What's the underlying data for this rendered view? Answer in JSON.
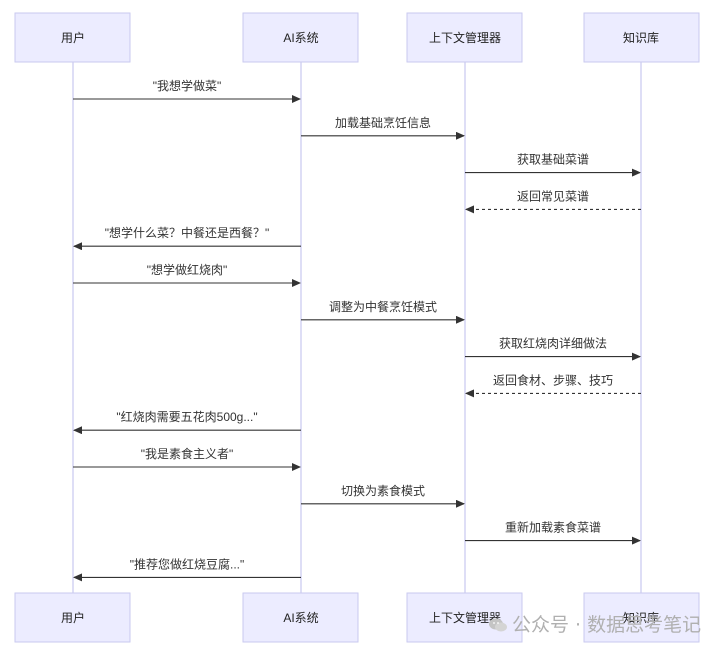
{
  "participants": [
    {
      "id": "user",
      "label": "用户"
    },
    {
      "id": "ai",
      "label": "AI系统"
    },
    {
      "id": "ctx",
      "label": "上下文管理器"
    },
    {
      "id": "kb",
      "label": "知识库"
    }
  ],
  "messages": [
    {
      "from": "user",
      "to": "ai",
      "text": "\"我想学做菜\"",
      "style": "solid"
    },
    {
      "from": "ai",
      "to": "ctx",
      "text": "加载基础烹饪信息",
      "style": "solid"
    },
    {
      "from": "ctx",
      "to": "kb",
      "text": "获取基础菜谱",
      "style": "solid"
    },
    {
      "from": "kb",
      "to": "ctx",
      "text": "返回常见菜谱",
      "style": "dashed"
    },
    {
      "from": "ai",
      "to": "user",
      "text": "\"想学什么菜？中餐还是西餐？\"",
      "style": "solid"
    },
    {
      "from": "user",
      "to": "ai",
      "text": "\"想学做红烧肉\"",
      "style": "solid"
    },
    {
      "from": "ai",
      "to": "ctx",
      "text": "调整为中餐烹饪模式",
      "style": "solid"
    },
    {
      "from": "ctx",
      "to": "kb",
      "text": "获取红烧肉详细做法",
      "style": "solid"
    },
    {
      "from": "kb",
      "to": "ctx",
      "text": "返回食材、步骤、技巧",
      "style": "dashed"
    },
    {
      "from": "ai",
      "to": "user",
      "text": "\"红烧肉需要五花肉500g...\"",
      "style": "solid"
    },
    {
      "from": "user",
      "to": "ai",
      "text": "\"我是素食主义者\"",
      "style": "solid"
    },
    {
      "from": "ai",
      "to": "ctx",
      "text": "切换为素食模式",
      "style": "solid"
    },
    {
      "from": "ctx",
      "to": "kb",
      "text": "重新加载素食菜谱",
      "style": "solid"
    },
    {
      "from": "ai",
      "to": "user",
      "text": "\"推荐您做红烧豆腐...\"",
      "style": "solid"
    }
  ],
  "watermark": {
    "text": "公众号 · 数据思考笔记",
    "icon": "wechat-icon"
  },
  "colors": {
    "actor_fill": "#ececff",
    "actor_stroke": "#c9c9ef",
    "lifeline": "#c9c9ef",
    "arrow": "#333333"
  }
}
